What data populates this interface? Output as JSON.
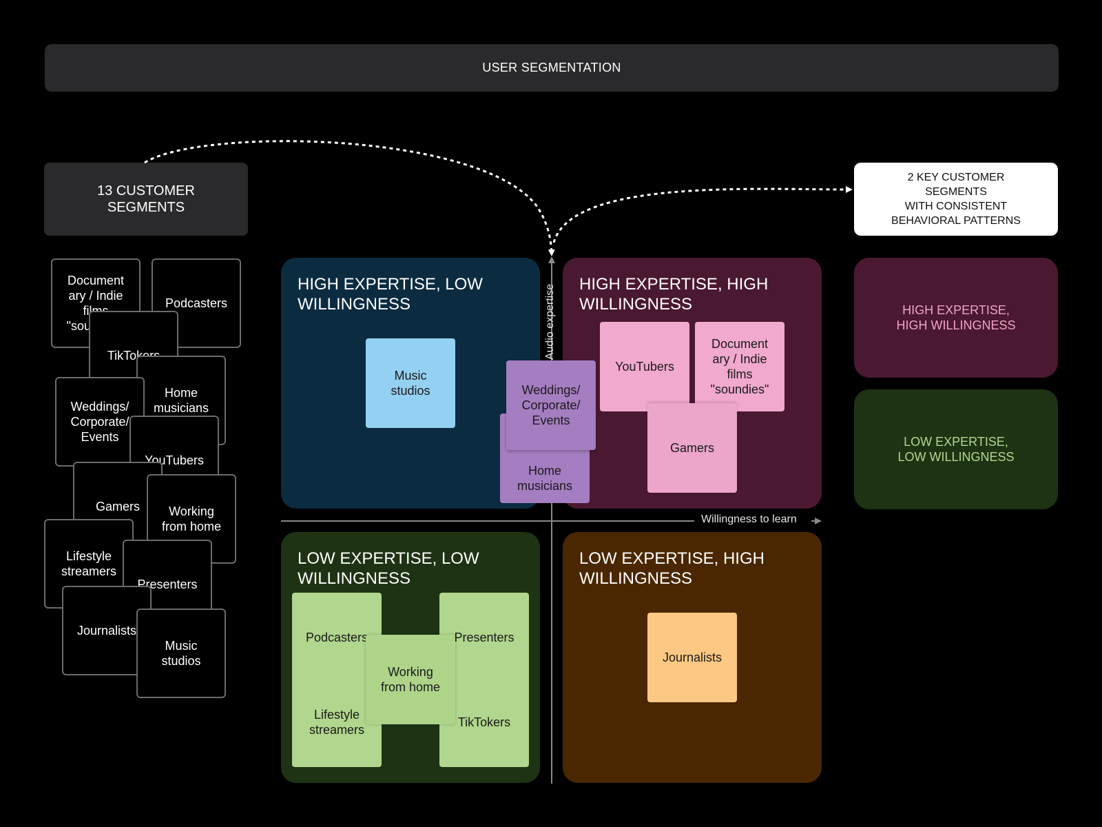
{
  "header": {
    "title": "USER SEGMENTATION"
  },
  "customer_segments": {
    "title": "13 CUSTOMER\nSEGMENTS",
    "cards": [
      "Document\nary / Indie\nfilms\n\"soundies\"",
      "Podcasters",
      "TikTokers",
      "Home\nmusicians",
      "Weddings/\nCorporate/\nEvents",
      "YouTubers",
      "Gamers",
      "Working\nfrom home",
      "Lifestyle\nstreamers",
      "Presenters",
      "Journalists",
      "Music\nstudios"
    ]
  },
  "key_segments": {
    "title": "2 KEY CUSTOMER\nSEGMENTS\nWITH CONSISTENT\nBEHAVIORAL PATTERNS",
    "items": [
      {
        "label": "HIGH EXPERTISE,\nHIGH WILLINGNESS",
        "bg": "#4a1830",
        "fg": "#f0a3c8"
      },
      {
        "label": "LOW EXPERTISE,\nLOW WILLINGNESS",
        "bg": "#1e3313",
        "fg": "#b3d88f"
      }
    ]
  },
  "axes": {
    "y_label": "Audio expertise",
    "x_label": "Willingness to learn"
  },
  "quadrants": [
    {
      "title": "HIGH EXPERTISE, LOW\nWILLINGNESS",
      "bg": "#0b2b40",
      "sticky_color": "#94d0f2",
      "stickies": [
        "Music\nstudios"
      ]
    },
    {
      "title": "HIGH EXPERTISE, HIGH\nWILLINGNESS",
      "bg": "#4a1830",
      "sticky_color": "#f1a9cd",
      "stickies": [
        "YouTubers",
        "Document\nary / Indie\nfilms\n\"soundies\"",
        "Gamers"
      ]
    },
    {
      "title": "LOW EXPERTISE, LOW\nWILLINGNESS",
      "bg": "#1e3313",
      "sticky_color": "#b1d68d",
      "stickies": [
        "Podcasters",
        "Presenters",
        "Lifestyle\nstreamers",
        "TikTokers",
        "Working\nfrom home"
      ]
    },
    {
      "title": "LOW EXPERTISE, HIGH\nWILLINGNESS",
      "bg": "#4a2700",
      "sticky_color": "#fcc883",
      "stickies": [
        "Journalists"
      ]
    }
  ],
  "border_stickies": {
    "color": "#a57dc1",
    "items": [
      "Home\nmusicians",
      "Weddings/\nCorporate/\nEvents"
    ]
  },
  "colors": {
    "background": "#000000",
    "header_bg": "#2a2a2c",
    "card_border": "#6b6b70",
    "axis": "#8a8a8e"
  }
}
